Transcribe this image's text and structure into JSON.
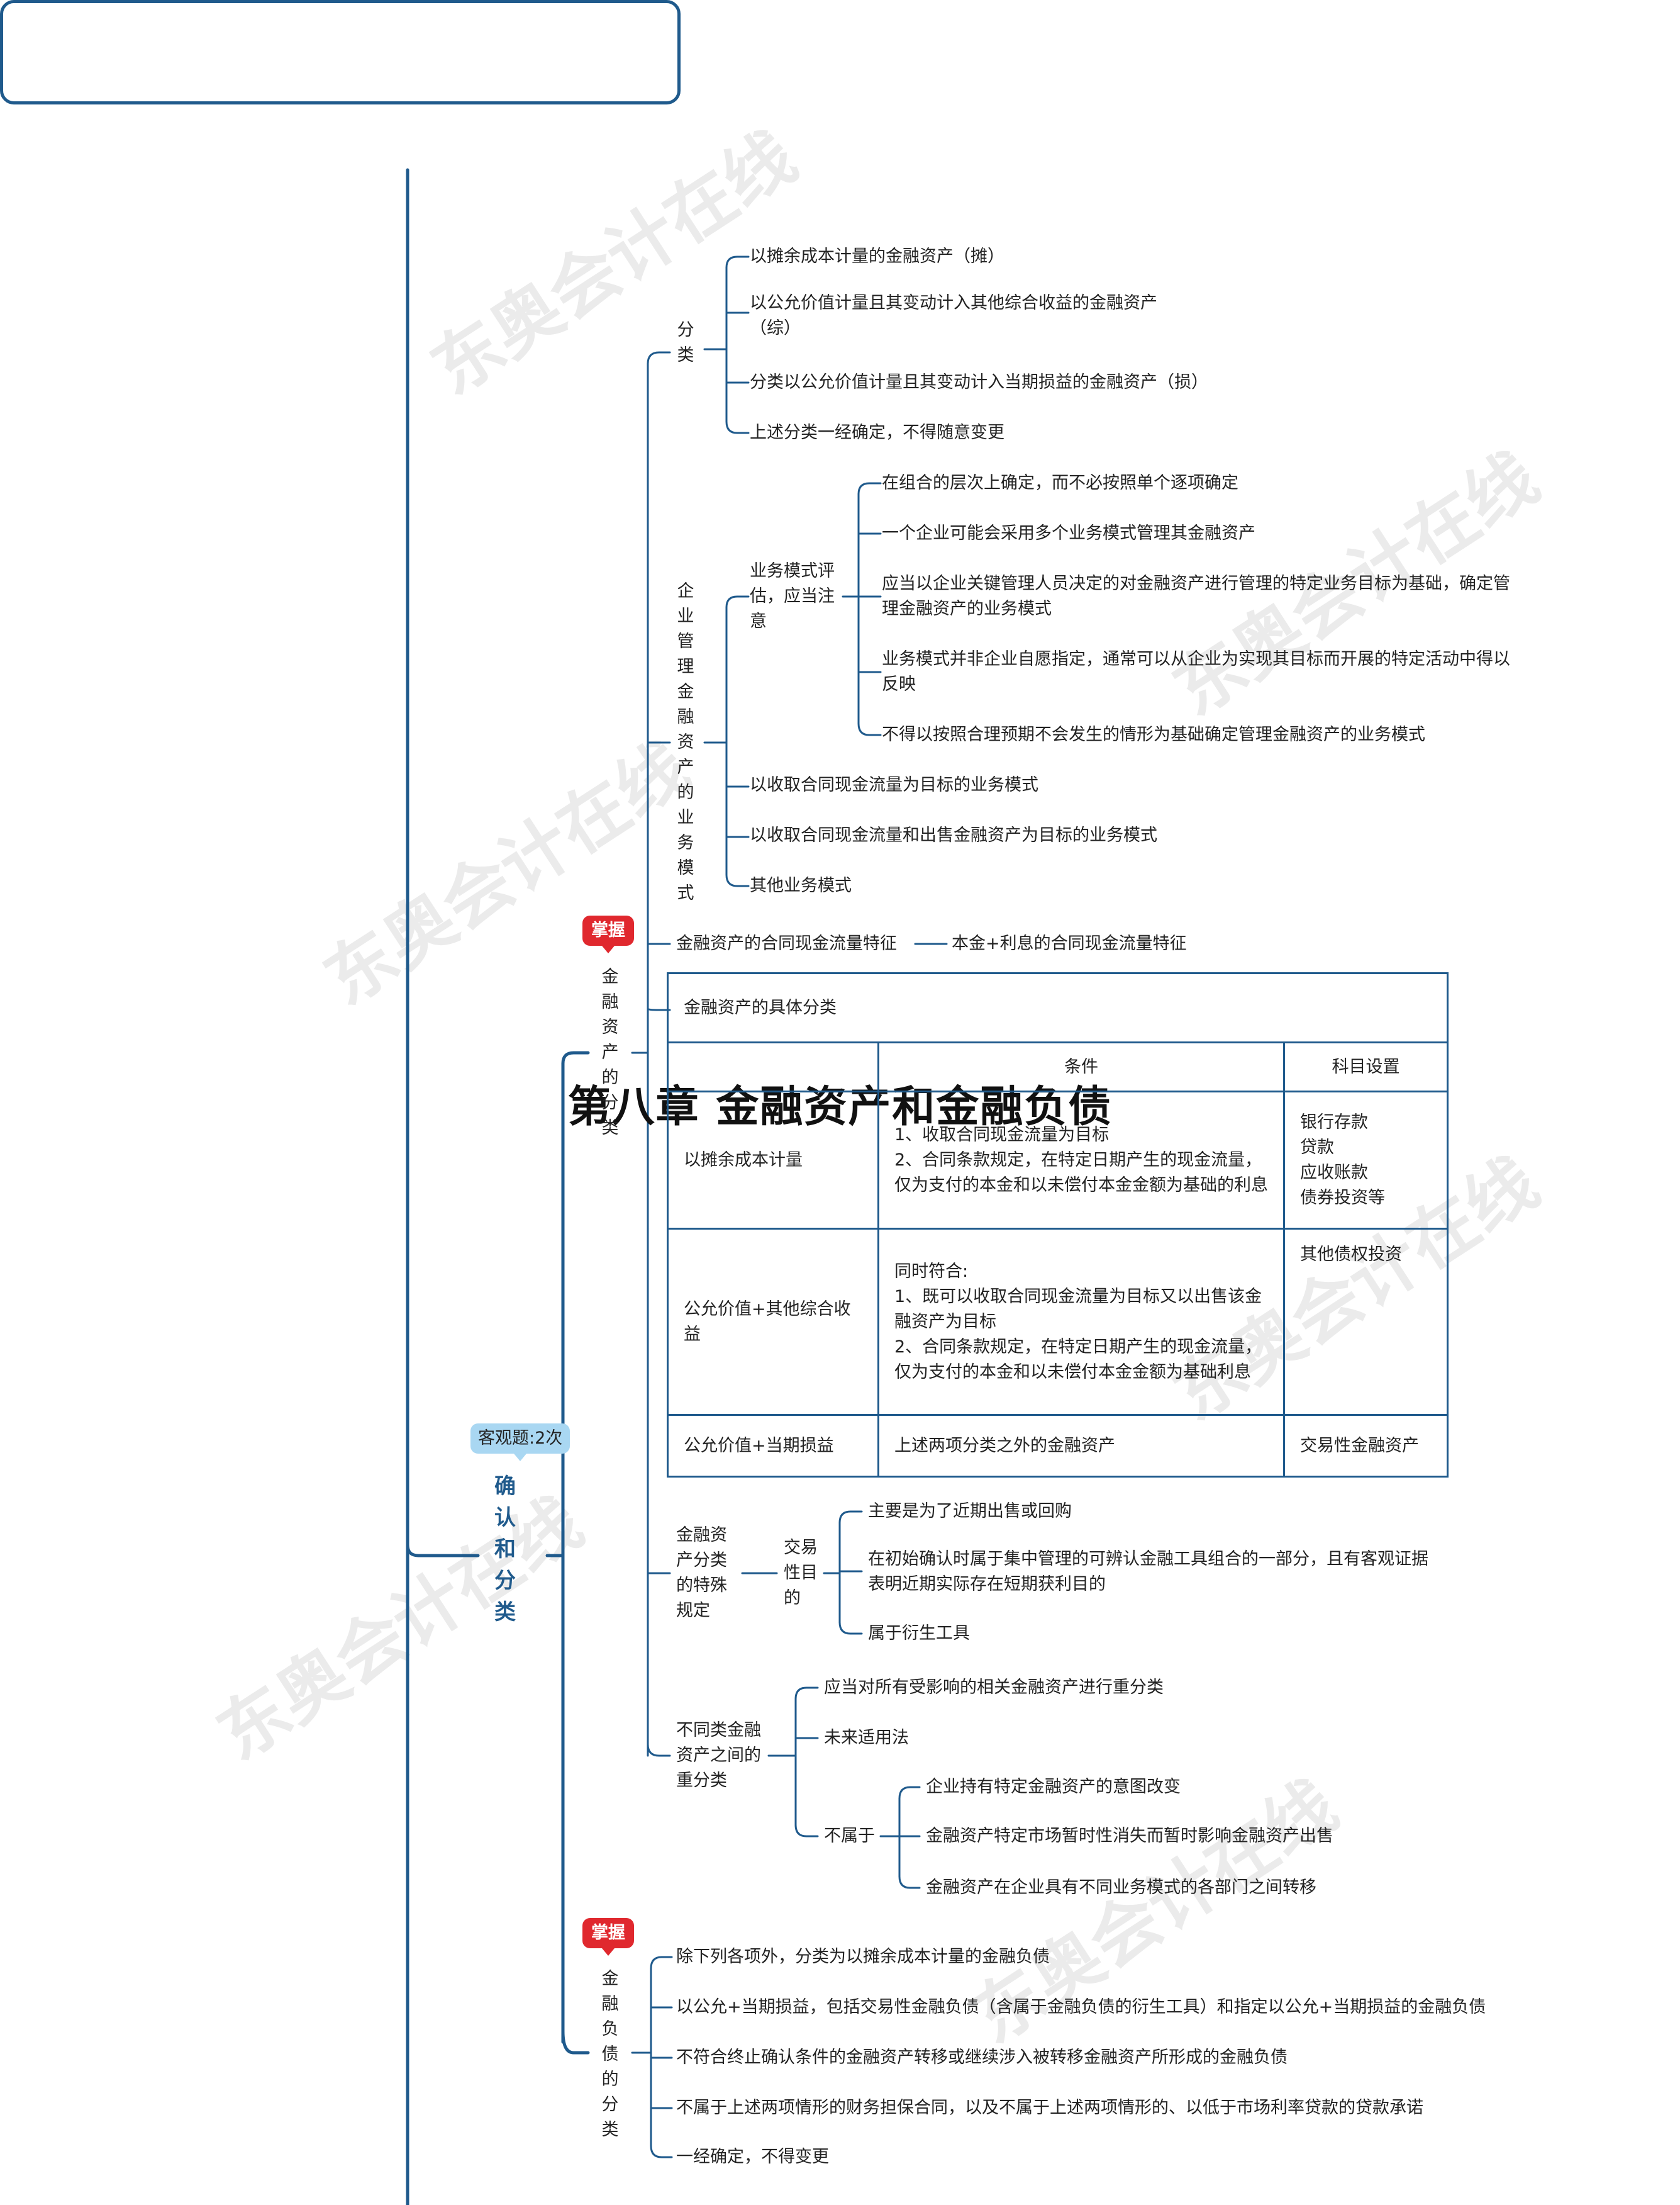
{
  "title": "第八章  金融资产和金融负债",
  "main_node": {
    "label": "确认和分类",
    "badge": "客观题:2次"
  },
  "asset_branch": {
    "badge": "掌握",
    "label": "金融资产的分类",
    "classification": {
      "label": "分类",
      "items": [
        "以摊余成本计量的金融资产（摊）",
        "以公允价值计量且其变动计入其他综合收益的金融资产（综）",
        "分类以公允价值计量且其变动计入当期损益的金融资产（损）",
        "上述分类一经确定，不得随意变更"
      ]
    },
    "business_model": {
      "label": "企业管理金融资产的业务模式",
      "assessment_label": "业务模式评估，应当注意",
      "assessment_items": [
        "在组合的层次上确定，而不必按照单个逐项确定",
        "一个企业可能会采用多个业务模式管理其金融资产",
        "应当以企业关键管理人员决定的对金融资产进行管理的特定业务目标为基础，确定管理金融资产的业务模式",
        "业务模式并非企业自愿指定，通常可以从企业为实现其目标而开展的特定活动中得以反映",
        "不得以按照合理预期不会发生的情形为基础确定管理金融资产的业务模式"
      ],
      "models": [
        "以收取合同现金流量为目标的业务模式",
        "以收取合同现金流量和出售金融资产为目标的业务模式",
        "其他业务模式"
      ]
    },
    "cashflow": {
      "label": "金融资产的合同现金流量特征",
      "value": "本金+利息的合同现金流量特征"
    },
    "table": {
      "caption": "金融资产的具体分类",
      "headers": [
        "",
        "条件",
        "科目设置"
      ],
      "rows": [
        {
          "name": "以摊余成本计量",
          "condition": "1、收取合同现金流量为目标\n2、合同条款规定，在特定日期产生的现金流量，仅为支付的本金和以未偿付本金金额为基础的利息",
          "accounts": "银行存款\n贷款\n应收账款\n债券投资等"
        },
        {
          "name": "公允价值+其他综合收益",
          "condition": "同时符合:\n1、既可以收取合同现金流量为目标又以出售该金融资产为目标\n2、合同条款规定，在特定日期产生的现金流量，仅为支付的本金和以未偿付本金金额为基础利息",
          "accounts": "其他债权投资"
        },
        {
          "name": "公允价值+当期损益",
          "condition": "上述两项分类之外的金融资产",
          "accounts": "交易性金融资产"
        }
      ]
    },
    "special": {
      "label": "金融资产分类的特殊规定",
      "sub_label": "交易性目的",
      "items": [
        "主要是为了近期出售或回购",
        "在初始确认时属于集中管理的可辨认金融工具组合的一部分，且有客观证据表明近期实际存在短期获利目的",
        "属于衍生工具"
      ]
    },
    "reclass": {
      "label": "不同类金融资产之间的重分类",
      "items": [
        "应当对所有受影响的相关金融资产进行重分类",
        "未来适用法"
      ],
      "not_label": "不属于",
      "not_items": [
        "企业持有特定金融资产的意图改变",
        "金融资产特定市场暂时性消失而暂时影响金融资产出售",
        "金融资产在企业具有不同业务模式的各部门之间转移"
      ]
    }
  },
  "liability_branch": {
    "badge": "掌握",
    "label": "金融负债的分类",
    "items": [
      "除下列各项外，分类为以摊余成本计量的金融负债",
      "以公允+当期损益，包括交易性金融负债（含属于金融负债的衍生工具）和指定以公允+当期损益的金融负债",
      "不符合终止确认条件的金融资产转移或继续涉入被转移金融资产所形成的金融负债",
      "不属于上述两项情形的财务担保合同，以及不属于上述两项情形的、以低于市场利率贷款的贷款承诺",
      "一经确定，不得变更"
    ]
  },
  "watermark": "东奥会计在线",
  "colors": {
    "line": "#1f5a8c",
    "badge_red": "#e0282e",
    "badge_blue": "#a9d7f2"
  }
}
